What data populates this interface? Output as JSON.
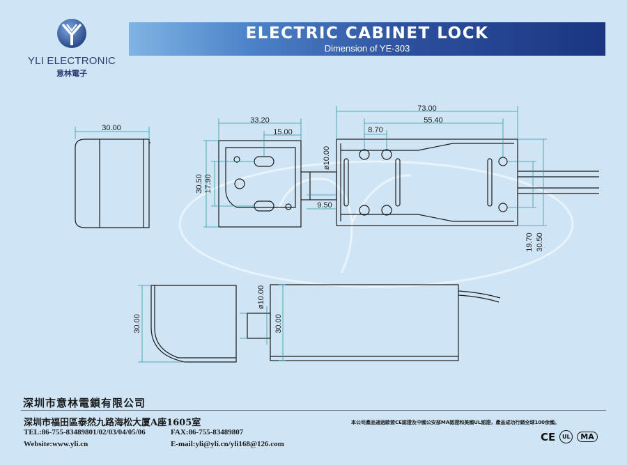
{
  "header": {
    "brand": "YLI ELECTRONIC",
    "brand_cn": "意林電子",
    "title": "ELECTRIC CABINET LOCK",
    "subtitle": "Dimension of YE-303"
  },
  "dimensions": {
    "side_width": "30.00",
    "front_width": "33.20",
    "front_hole_offset": "15.00",
    "front_height": "30.50",
    "front_inner_height": "17.90",
    "plunger_height": "9.50",
    "plunger_dia_front": "ø10.00",
    "top_length": "73.00",
    "top_hole_spacing": "55.40",
    "top_hole_offset": "8.70",
    "top_inner_height": "19.70",
    "top_height": "30.50",
    "bottom_left_height": "30.00",
    "bottom_plunger_dia": "ø10.00",
    "bottom_right_height": "30.00"
  },
  "footer": {
    "company": "深圳市意林電鎖有限公司",
    "address": "深圳市福田區泰然九路海松大厦A座1605室",
    "tel": "TEL:86-755-83489801/02/03/04/05/06",
    "fax": "FAX:86-755-83489807",
    "website": "Website:www.yli.cn",
    "email": "E-mail:yli@yli.cn/yli168@126.com",
    "cert_note": "本公司產品通過歐盟CE認證及中國公安部MA認證和美國UL認證，產品成功行銷全球100余國。",
    "cert_ce": "CE",
    "cert_ul": "UL",
    "cert_ma": "MA"
  },
  "colors": {
    "background": "#cfe5f5",
    "dim_line": "#2a9aa0",
    "outline": "#1a1a1a",
    "banner_dark": "#1b3580",
    "banner_light": "#7fb4e4"
  }
}
